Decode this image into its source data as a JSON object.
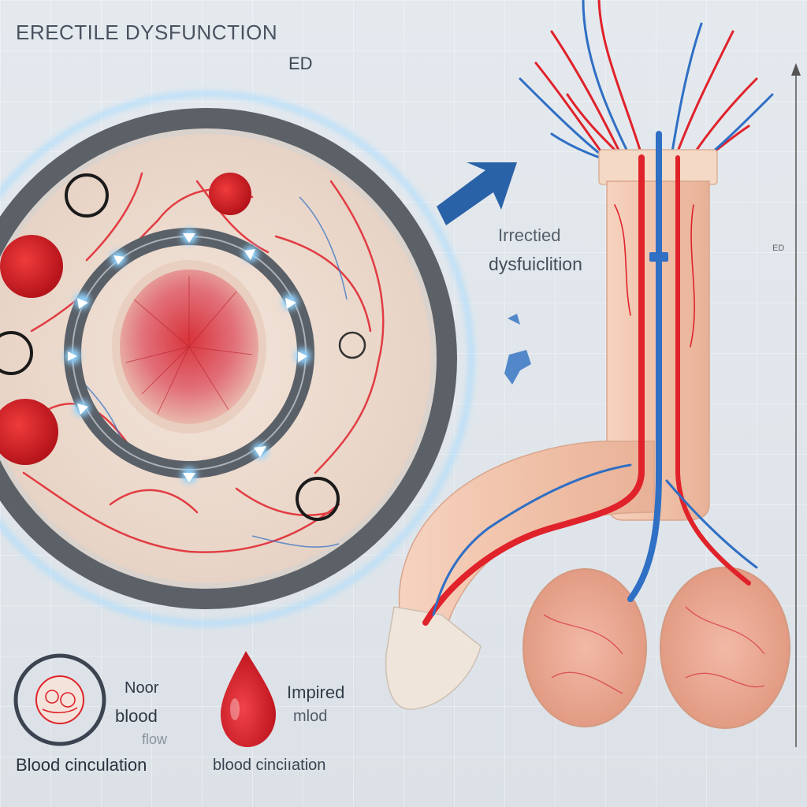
{
  "title": "ERECTILE DYSFUNCTION",
  "subtitle": "ED",
  "anatomy_labels": {
    "line1": "Irrectied",
    "line2": "dysfuiclition",
    "side_mark": "ED"
  },
  "legend": {
    "left": {
      "line1": "Noor",
      "line2": "blood",
      "line3": "flow",
      "caption": "Blood cinculation"
    },
    "right": {
      "line1": "Impired",
      "line2": "mlod",
      "caption": "blood cinciıation"
    }
  },
  "colors": {
    "artery": "#e0222b",
    "vein": "#2f6fc4",
    "skin": "#f1c9b3",
    "ring": "#5a6068",
    "glow": "#7fc8ff",
    "arrow": "#2a62a8"
  }
}
